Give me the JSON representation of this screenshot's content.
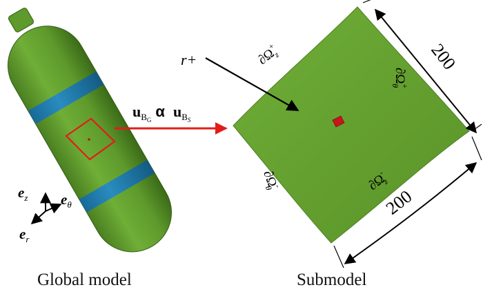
{
  "captions": {
    "left": "Global model",
    "right": "Submodel"
  },
  "relation": {
    "lhs_base": "u",
    "lhs_sub": "B",
    "lhs_subsub": "G",
    "symbol": "α",
    "rhs_base": "u",
    "rhs_sub": "B",
    "rhs_subsub": "S"
  },
  "submodel_labels": {
    "point": "r+",
    "boundary_top_main": "∂Ω",
    "boundary_top_sup": "+",
    "boundary_top_sub": "z",
    "boundary_right_main": "∂Ω",
    "boundary_right_sup": "+",
    "boundary_right_sub": "θ",
    "boundary_bottom_main": "∂Ω",
    "boundary_bottom_sup": "-",
    "boundary_bottom_sub": "z",
    "boundary_left_main": "∂Ω",
    "boundary_left_sup": "-",
    "boundary_left_sub": "θ"
  },
  "dimensions": {
    "top": "200",
    "bottom": "200"
  },
  "axes": {
    "z_base": "e",
    "z_sub": "z",
    "theta_base": "e",
    "theta_sub": "θ",
    "r_base": "e",
    "r_sub": "r"
  },
  "colors": {
    "tank_green": "#5e9a2c",
    "tank_dark": "#3e6e1c",
    "band_blue": "#1f7fb0",
    "panel_green": "#68a332",
    "highlight_red": "#e31b1b",
    "element_red": "#c4161c"
  }
}
